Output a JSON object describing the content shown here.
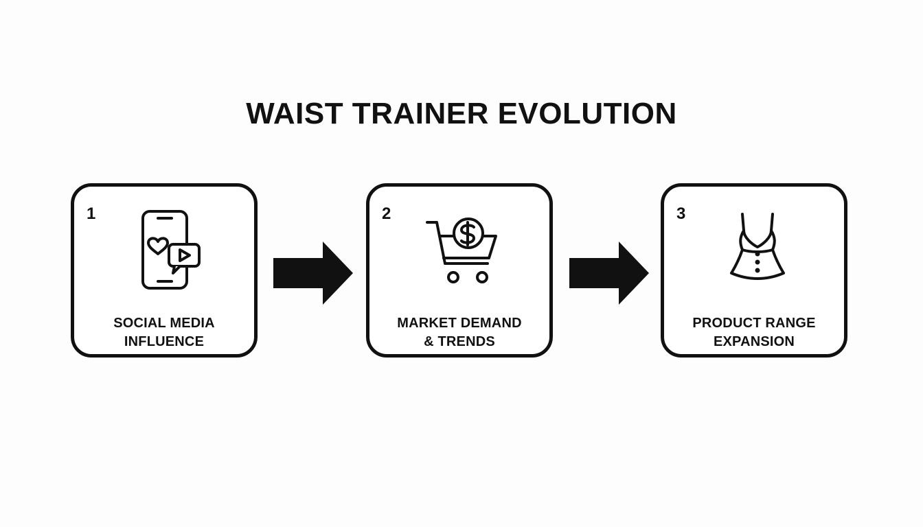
{
  "title": "WAIST TRAINER EVOLUTION",
  "steps": [
    {
      "number": "1",
      "label_lines": [
        "SOCIAL MEDIA",
        "INFLUENCE"
      ],
      "icon": "smartphone-social-icon"
    },
    {
      "number": "2",
      "label_lines": [
        "MARKET DEMAND",
        "& TRENDS"
      ],
      "icon": "shopping-cart-dollar-icon"
    },
    {
      "number": "3",
      "label_lines": [
        "PRODUCT RANGE",
        "EXPANSION"
      ],
      "icon": "corset-top-icon"
    }
  ],
  "colors": {
    "ink": "#111111",
    "background": "#fdfdfd"
  }
}
